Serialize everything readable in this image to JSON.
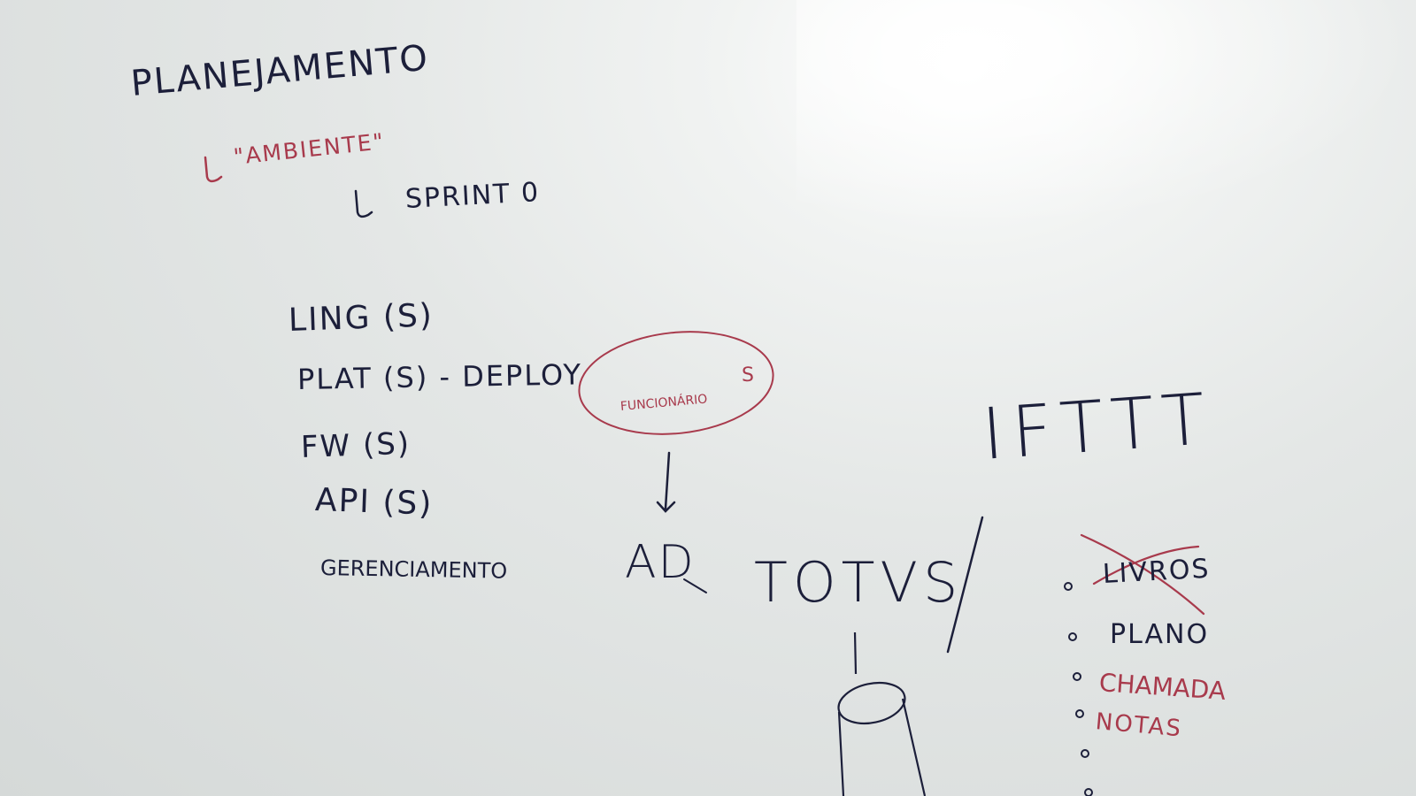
{
  "board": {
    "heading": "PLANEJAMENTO",
    "sub1": "\"AMBIENTE\"",
    "sub2": "SPRINT 0",
    "items": [
      "LING (S)",
      "PLAT (S) - DEPLOY",
      "FW (S)",
      "API (S)",
      "GERENCIAMENTO"
    ],
    "circle_label": "FUNCIONÁRIO",
    "circle_mark": "S",
    "ad_label": "AD",
    "totus_label": "TOTVS",
    "ifttt_label": "IFTTT",
    "bullets": [
      "LIVROS",
      "PLANO",
      "CHAMADA",
      "NOTAS"
    ]
  },
  "colors": {
    "black_marker": "#1c1f3a",
    "red_marker": "#a83a4c"
  }
}
